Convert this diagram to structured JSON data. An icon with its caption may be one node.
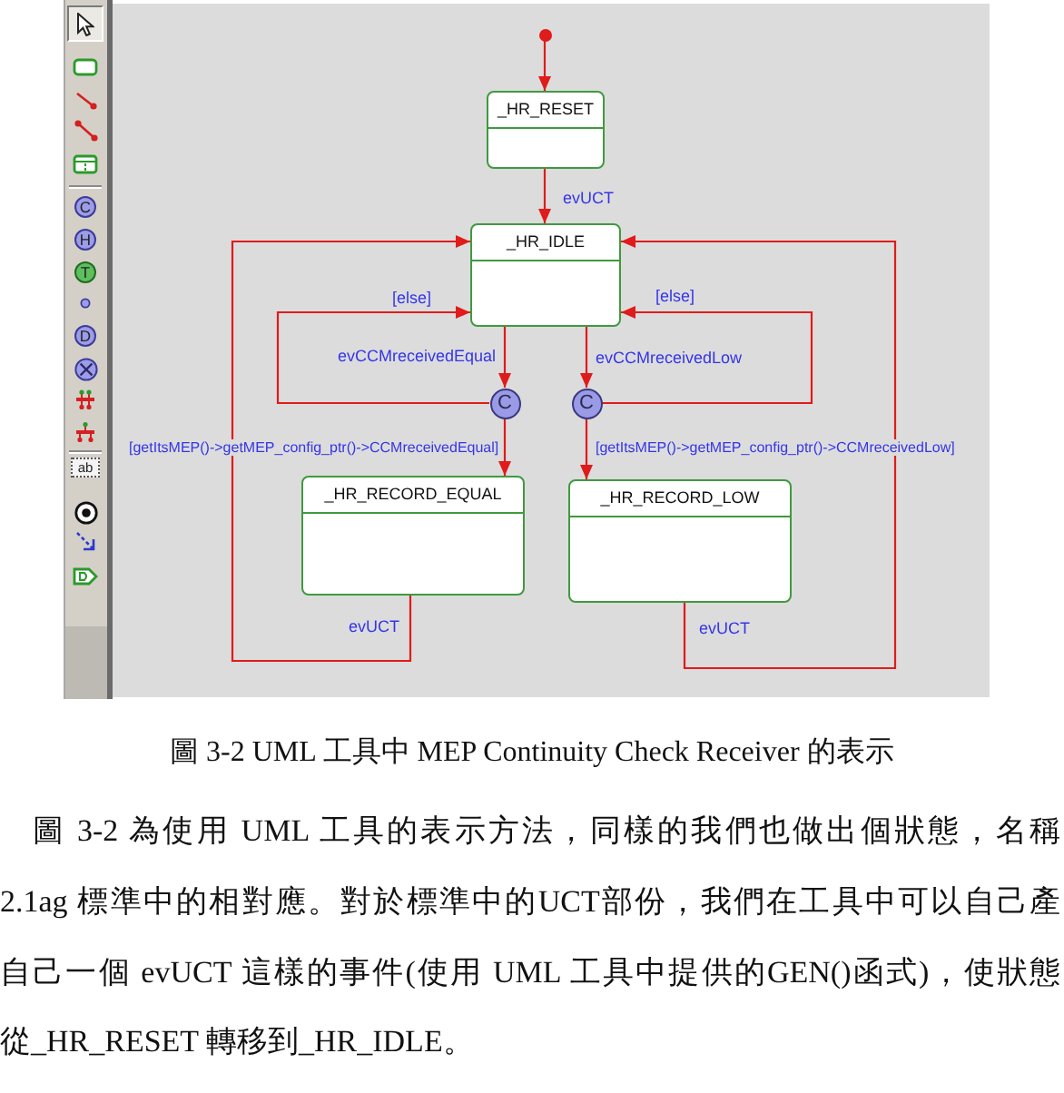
{
  "diagram": {
    "caption": "圖 3-2 UML 工具中 MEP Continuity Check Receiver 的表示",
    "nodes": [
      {
        "text": [],
        "shape": "circle"
      },
      {
        "text": [
          "_HR_RESET"
        ]
      },
      {
        "text": [
          "_HR_IDLE"
        ]
      },
      {
        "text": [
          "C"
        ]
      },
      {
        "text": [
          "C"
        ]
      },
      {
        "text": [
          "_HR_RECORD_EQUAL"
        ]
      },
      {
        "text": [
          "_HR_RECORD_LOW"
        ]
      }
    ],
    "edges": [
      {
        "from": 0,
        "to": 1,
        "arrow": "to"
      },
      {
        "from": 1,
        "to": 2,
        "arrow": "to",
        "label": "evUCT"
      },
      {
        "from": 2,
        "to": 3,
        "arrow": "to",
        "label": "evCCMreceivedEqual"
      },
      {
        "from": 2,
        "to": 4,
        "arrow": "to",
        "label": "evCCMreceivedLow"
      },
      {
        "from": 3,
        "to": 2,
        "arrow": "to",
        "label": "[else]"
      },
      {
        "from": 4,
        "to": 2,
        "arrow": "to",
        "label": "[else]"
      },
      {
        "from": 3,
        "to": 5,
        "arrow": "to",
        "label": "[getItsMEP()->getMEP_config_ptr()->CCMreceivedEqual]"
      },
      {
        "from": 4,
        "to": 6,
        "arrow": "to",
        "label": "[getItsMEP()->getMEP_config_ptr()->CCMreceivedLow]"
      },
      {
        "from": 5,
        "to": 2,
        "arrow": "to",
        "label": "evUCT"
      },
      {
        "from": 6,
        "to": 2,
        "arrow": "to",
        "label": "evUCT"
      }
    ],
    "labels": [
      "C",
      "H",
      "T",
      "D",
      "ab",
      "圖 3-2 為使用 UML 工具的表示方法，同樣的我們也做出個狀態，名稱",
      "2.1ag 標準中的相對應。對於標準中的UCT部份，我們在工具中可以自己產",
      "自己一個 evUCT 這樣的事件(使用 UML 工具中提供的GEN()函式)，使狀態",
      "從_HR_RESET 轉移到_HR_IDLE。"
    ]
  }
}
